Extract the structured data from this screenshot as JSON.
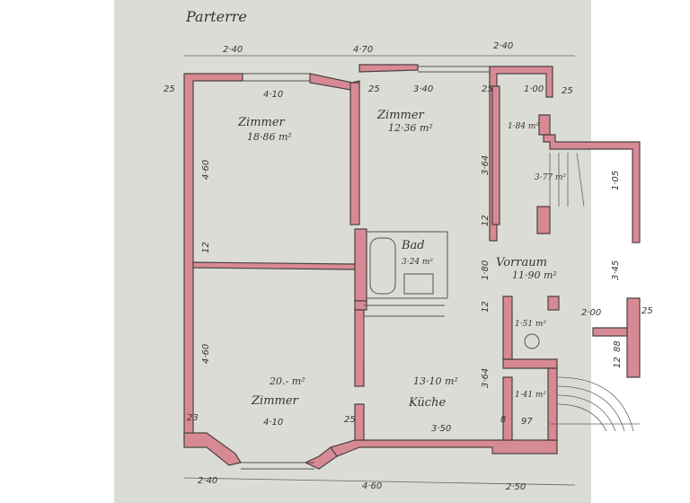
{
  "title": "Parterre",
  "rooms": [
    {
      "name": "Zimmer",
      "area": "18·86 m²"
    },
    {
      "name": "Zimmer",
      "area": "12·36 m²"
    },
    {
      "name": "Bad",
      "area": "3·24 m²"
    },
    {
      "name": "Vorraum",
      "area": "11·90 m²"
    },
    {
      "name": "Zimmer",
      "area": "20.- m²"
    },
    {
      "name": "Küche",
      "area": "13·10 m²"
    },
    {
      "name": "",
      "area": "1·84 m²"
    },
    {
      "name": "",
      "area": "3·77 m²"
    },
    {
      "name": "",
      "area": "1·51 m²"
    },
    {
      "name": "",
      "area": "1·41 m²"
    }
  ],
  "dimensions": {
    "top_outer": [
      "2·40",
      "4·70",
      "2·40"
    ],
    "top_inner": [
      "4·10",
      "3·40",
      "1·00"
    ],
    "bottom_inner": [
      "4·10",
      "3·50",
      "97"
    ],
    "bottom_outer": [
      "2·40",
      "4·60",
      "2·50"
    ],
    "left": [
      "4·60",
      "12",
      "4·60"
    ],
    "wall_25": "25",
    "mid_vertical": [
      "3·64",
      "12",
      "1·80",
      "12",
      "3·64"
    ],
    "right_vertical": [
      "1·05",
      "3·45",
      "88",
      "12"
    ],
    "right_200": "2·00",
    "stair_8": "8"
  }
}
